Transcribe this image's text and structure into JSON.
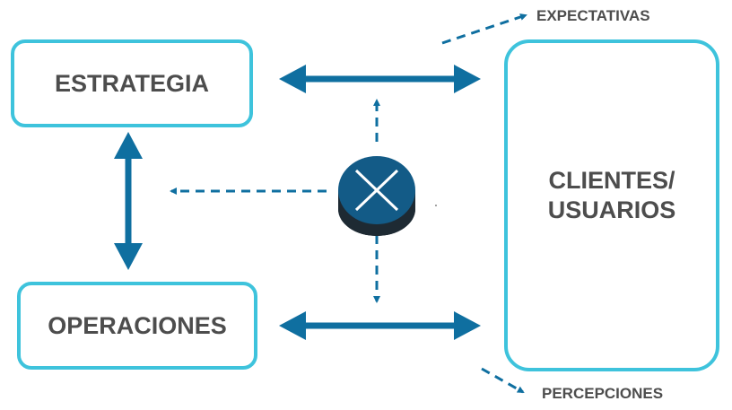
{
  "nodes": {
    "estrategia": "ESTRATEGIA",
    "operaciones": "OPERACIONES",
    "clientes": "CLIENTES/\nUSUARIOS"
  },
  "labels": {
    "expectativas": "EXPECTATIVAS",
    "percepciones": "PERCEPCIONES"
  },
  "colors": {
    "box_border": "#3ec3dc",
    "arrow": "#0f6fa0",
    "text": "#4d4d4d",
    "hub_top": "#135b87",
    "hub_side": "#1e2a33",
    "hub_cross": "#ffffff"
  },
  "connectors": [
    {
      "from": "ESTRATEGIA",
      "to": "CLIENTES/USUARIOS",
      "style": "solid",
      "direction": "both"
    },
    {
      "from": "OPERACIONES",
      "to": "CLIENTES/USUARIOS",
      "style": "solid",
      "direction": "both"
    },
    {
      "from": "ESTRATEGIA",
      "to": "OPERACIONES",
      "style": "solid",
      "direction": "both"
    },
    {
      "from": "hub",
      "to": "top-link",
      "style": "dashed",
      "direction": "to"
    },
    {
      "from": "hub",
      "to": "bottom-link",
      "style": "dashed",
      "direction": "to"
    },
    {
      "from": "hub",
      "to": "left-link",
      "style": "dashed",
      "direction": "to"
    },
    {
      "from": "CLIENTES/USUARIOS",
      "to": "EXPECTATIVAS",
      "style": "dashed",
      "direction": "to"
    },
    {
      "from": "CLIENTES/USUARIOS",
      "to": "PERCEPCIONES",
      "style": "dashed",
      "direction": "to"
    }
  ],
  "hub_icon": "crossed-circle-icon"
}
